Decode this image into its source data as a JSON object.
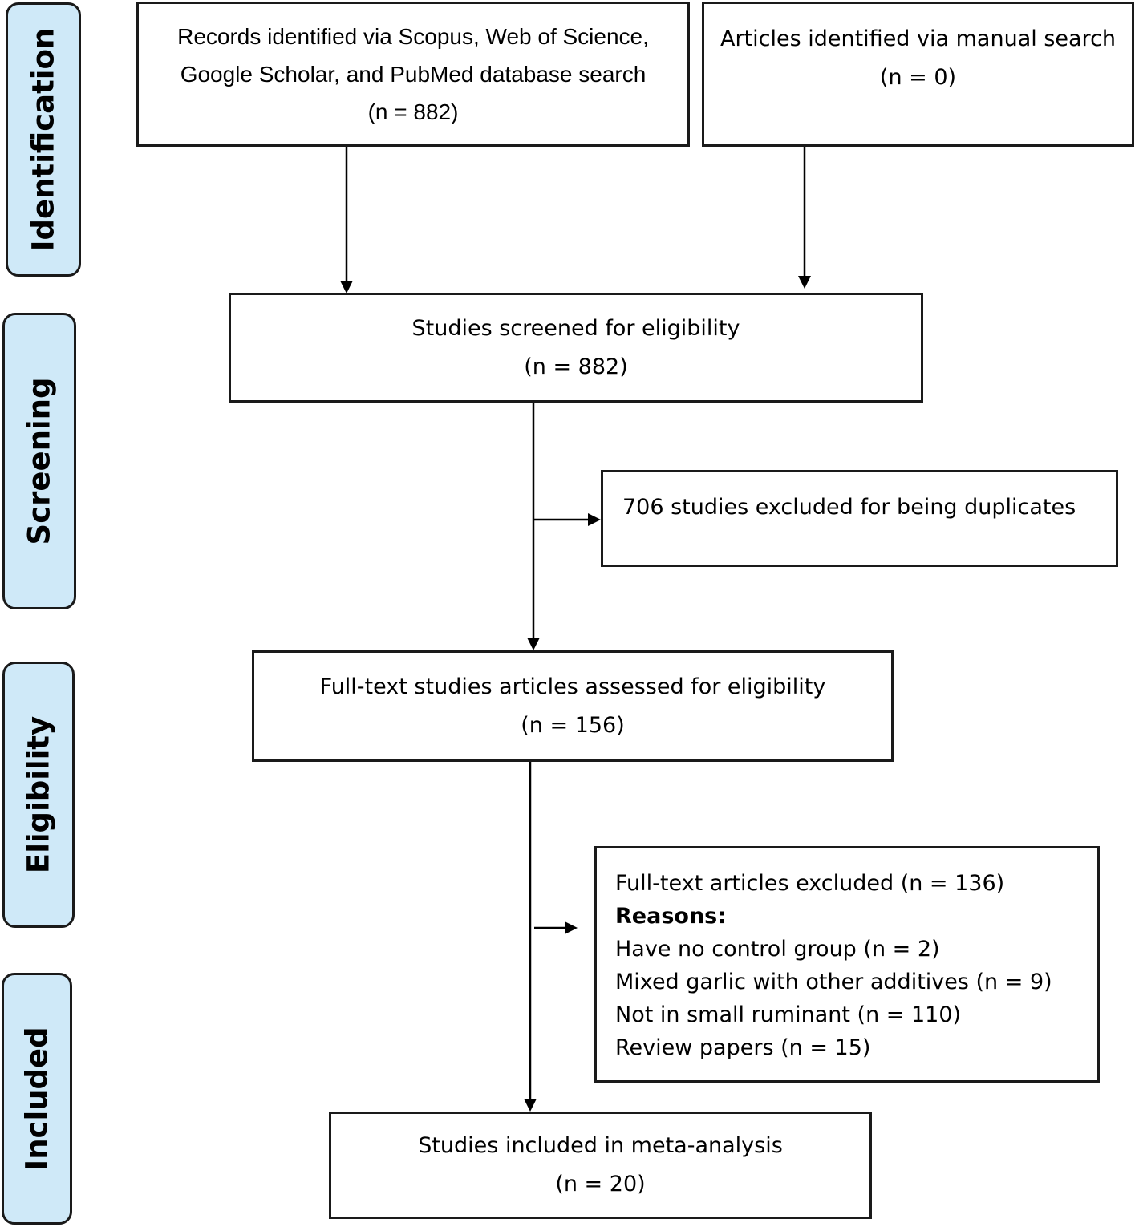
{
  "stages": {
    "identification": "Identification",
    "screening": "Screening",
    "eligibility": "Eligibility",
    "included": "Included"
  },
  "records_identified": {
    "line1": "Records identified via Scopus, Web of Science,",
    "line2": "Google Scholar, and PubMed database search",
    "line3": "(n = 882)"
  },
  "manual_search": {
    "line1": "Articles identified via manual search",
    "line2": "(n = 0)"
  },
  "screened": {
    "line1": "Studies screened for eligibility",
    "line2": "(n = 882)"
  },
  "duplicates": {
    "line1": "706 studies excluded for being duplicates"
  },
  "full_text": {
    "line1": "Full-text studies articles assessed for eligibility",
    "line2": "(n = 156)"
  },
  "excluded": {
    "title": "Full-text articles excluded (n = 136)",
    "reasons_label": "Reasons:",
    "reasons": [
      "Have no control group (n = 2)",
      "Mixed garlic with other additives (n = 9)",
      "Not in small ruminant (n = 110)",
      "Review papers (n = 15)"
    ]
  },
  "included": {
    "line1": "Studies included in meta-analysis",
    "line2": "(n = 20)"
  }
}
